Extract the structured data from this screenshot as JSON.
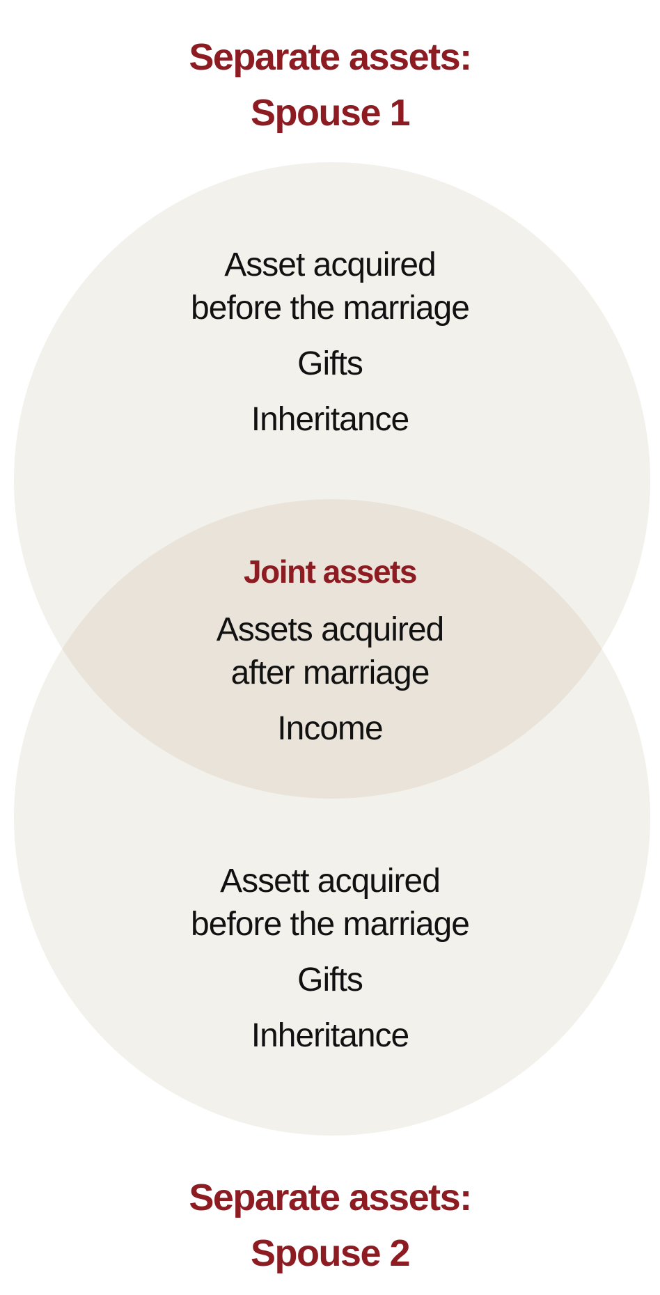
{
  "colors": {
    "heading": "#8c1b22",
    "circle_fill": "#f3f1ec",
    "overlap_fill": "#e9e3da",
    "text": "#111111"
  },
  "spouse1": {
    "heading_line1": "Separate assets:",
    "heading_line2": "Spouse 1",
    "items": [
      "Asset acquired\nbefore the marriage",
      "Gifts",
      "Inheritance"
    ]
  },
  "joint": {
    "title": "Joint assets",
    "items": [
      "Assets acquired\nafter marriage",
      "Income"
    ]
  },
  "spouse2": {
    "heading_line1": "Separate assets:",
    "heading_line2": "Spouse 2",
    "items": [
      "Assett acquired\nbefore the marriage",
      "Gifts",
      "Inheritance"
    ]
  }
}
